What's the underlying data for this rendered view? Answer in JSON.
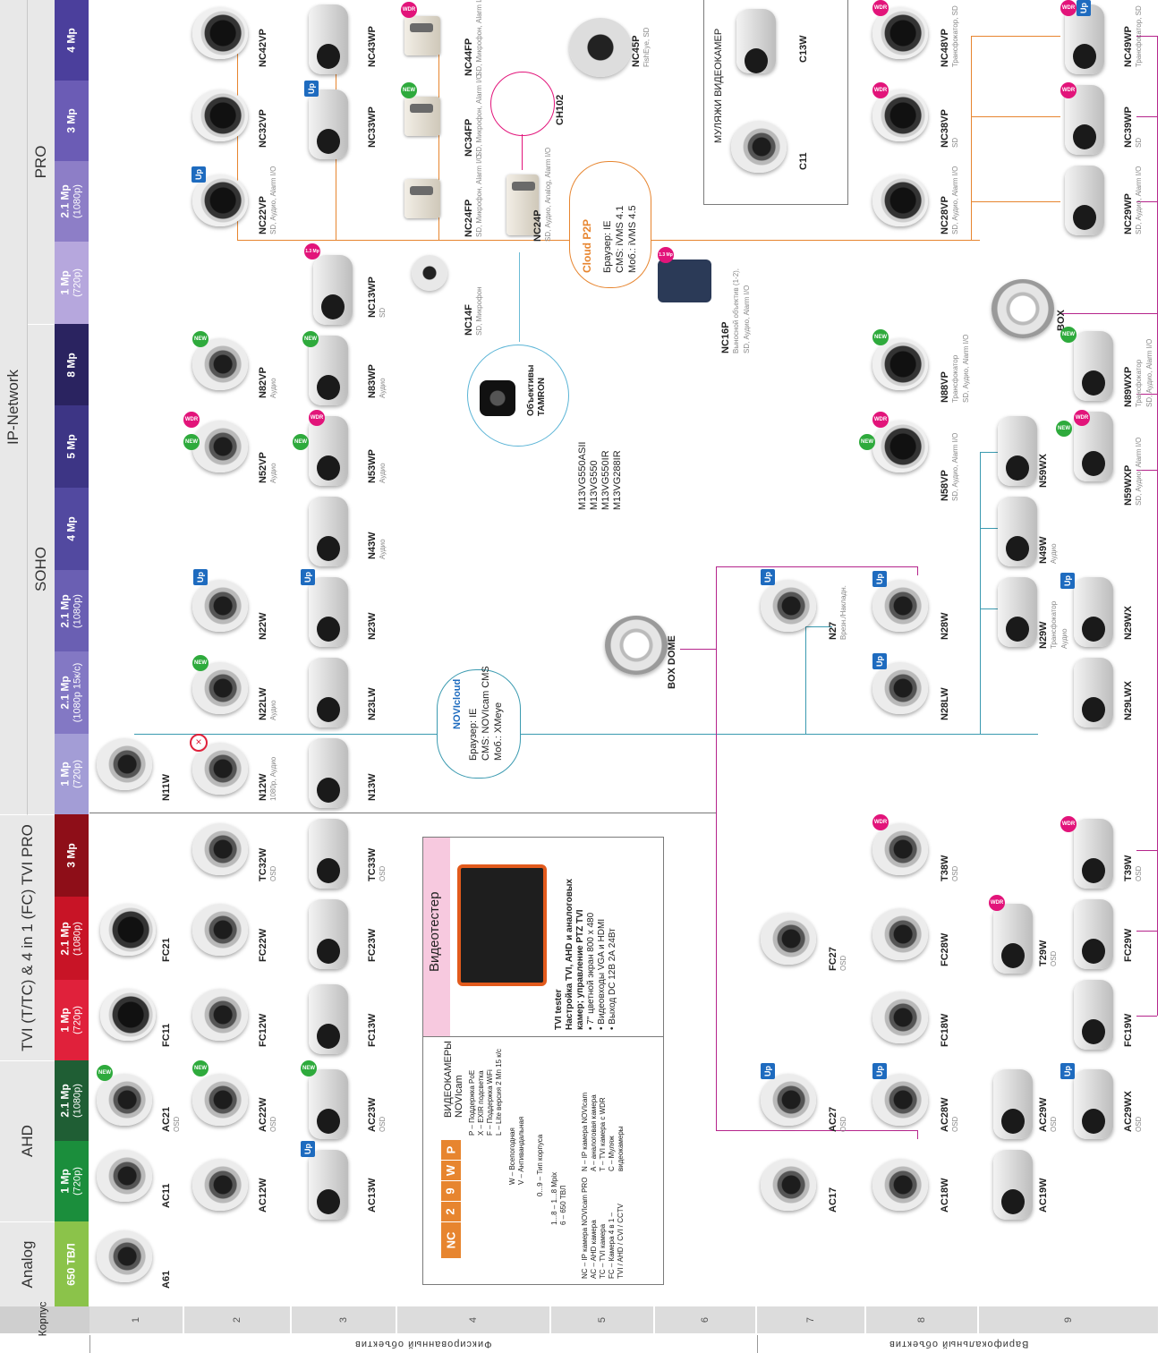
{
  "header": {
    "corpus": "Корпус",
    "rows": [
      "1",
      "2",
      "3",
      "4",
      "5",
      "6",
      "7",
      "8",
      "9"
    ],
    "fixed_lens": "Фиксированный объектив",
    "vari_lens": "Варифокальный объектив"
  },
  "categories": {
    "analog": "Analog",
    "ahd": "AHD",
    "tvi": "TVI (T/TC) & 4 in 1 (FC) TVI PRO",
    "soho": "SOHO",
    "pro": "PRO",
    "ipnetwork": "IP-Network"
  },
  "resolutions": [
    {
      "main": "650 ТВЛ",
      "sub": ""
    },
    {
      "main": "1 Mp",
      "sub": "(720p)"
    },
    {
      "main": "2.1 Mp",
      "sub": "(1080p)"
    },
    {
      "main": "1 Mp",
      "sub": "(720p)"
    },
    {
      "main": "2.1 Mp",
      "sub": "(1080p)"
    },
    {
      "main": "3 Mp",
      "sub": ""
    },
    {
      "main": "1 Mp",
      "sub": "(720p)"
    },
    {
      "main": "2.1 Mp",
      "sub": "(1080p 15к/с)"
    },
    {
      "main": "2.1 Mp",
      "sub": "(1080p)"
    },
    {
      "main": "4 Mp",
      "sub": ""
    },
    {
      "main": "5 Mp",
      "sub": ""
    },
    {
      "main": "8 Mp",
      "sub": ""
    },
    {
      "main": "1 Mp",
      "sub": "(720p)"
    },
    {
      "main": "2.1 Mp",
      "sub": "(1080p)"
    },
    {
      "main": "3 Mp",
      "sub": ""
    },
    {
      "main": "4 Mp",
      "sub": ""
    }
  ],
  "colors": {
    "analog": "#8bc34a",
    "ahd1": "#1b8e3c",
    "ahd2": "#1f5e34",
    "tvi1": "#e0213b",
    "tvi2": "#c81426",
    "tvi3": "#8e0e18",
    "soho1": "#a39dd6",
    "soho2": "#8378c4",
    "soho3": "#6a5fb3",
    "soho4": "#5249a0",
    "soho5": "#3d3585",
    "soho6": "#2a2360",
    "pro1": "#b6a7dd",
    "pro2": "#8d7ec7",
    "pro3": "#6b5cb5",
    "pro4": "#4b3f9c"
  },
  "products": {
    "A61": "A61",
    "AC11": "AC11",
    "AC21": "AC21",
    "AC21s": "OSD",
    "AC12W": "AC12W",
    "AC22W": "AC22W",
    "AC22Ws": "OSD",
    "AC13W": "AC13W",
    "AC23W": "AC23W",
    "AC23Ws": "OSD",
    "FC11": "FC11",
    "FC21": "FC21",
    "FC12W": "FC12W",
    "FC22W": "FC22W",
    "TC32W": "TC32W",
    "TC32Ws": "OSD",
    "FC13W": "FC13W",
    "FC23W": "FC23W",
    "TC33W": "TC33W",
    "TC33Ws": "OSD",
    "N11W": "N11W",
    "N12W": "N12W",
    "N12Ws": "1080p, Аудио",
    "N13W": "N13W",
    "N22LW": "N22LW",
    "N22LWs": "Аудио",
    "N22W": "N22W",
    "N23LW": "N23LW",
    "N23W": "N23W",
    "N43W": "N43W",
    "N43Ws": "Аудио",
    "N52VP": "N52VP",
    "N52VPs": "Аудио",
    "N82VP": "N82VP",
    "N82VPs": "Аудио",
    "N53WP": "N53WP",
    "N53WPs": "Аудио",
    "N83WP": "N83WP",
    "N83WPs": "Аудио",
    "NC13WP": "NC13WP",
    "NC13WPs": "SD",
    "NC22VP": "NC22VP",
    "NC22VPs": "SD, Аудио, Alarm I/O",
    "NC32VP": "NC32VP",
    "NC42VP": "NC42VP",
    "NC33WP": "NC33WP",
    "NC43WP": "NC43WP",
    "NC14F": "NC14F",
    "NC14Fs": "SD, Микрофон",
    "NC24FP": "NC24FP",
    "NC24FPs": "SD, Микрофон, Alarm I/O",
    "NC34FP": "NC34FP",
    "NC34FPs": "SD, Микрофон, Alarm I/O",
    "NC44FP": "NC44FP",
    "NC44FPs": "SD, Микрофон, Alarm I/O",
    "CH102": "CH102",
    "NC24P": "NC24P",
    "NC24Ps": "SD, Аудио, Analog, Alarm I/O",
    "NC45P": "NC45P",
    "NC45Ps": "FishEye, SD",
    "NC16P": "NC16P",
    "NC16Ps1": "Выносной объектив (1-2),",
    "NC16Ps2": "SD, Аудио, Alarm I/O",
    "C11": "C11",
    "C13W": "C13W",
    "NC28VP": "NC28VP",
    "NC28VPs": "SD, Аудио, Alarm I/O",
    "NC38VP": "NC38VP",
    "NC38VPs": "SD",
    "NC48VP": "NC48VP",
    "NC48VPs": "Трансфокатор, SD",
    "NC29WP": "NC29WP",
    "NC29WPs": "SD, Аудио, Alarm I/O",
    "NC39WP": "NC39WP",
    "NC39WPs": "SD",
    "NC49WP": "NC49WP",
    "NC49WPs": "Трансфокатор, SD",
    "BOX": "BOX",
    "BOXDOME": "BOX DOME",
    "N58VP": "N58VP",
    "N58VPs": "SD, Аудио, Alarm I/O",
    "N88VP": "N88VP",
    "N88VPs1": "Трансфокатор",
    "N88VPs2": "SD, Аудио, Alarm I/O",
    "N59WX": "N59WX",
    "N59WXP": "N59WXP",
    "N59WXPs": "SD, Аудио, Alarm I/O",
    "N89WXP": "N89WXP",
    "N89WXPs1": "Трансфокатор",
    "N89WXPs2": "SD, Аудио, Alarm I/O",
    "N49W": "N49W",
    "N49Ws": "Аудио",
    "N29W": "N29W",
    "N29Ws1": "Трансфокатор",
    "N29Ws2": "Аудио",
    "N29WX": "N29WX",
    "N29LWX": "N29LWX",
    "N27": "N27",
    "N27s": "Врезн./Накладн.",
    "N28W": "N28W",
    "N28LW": "N28LW",
    "FC27": "FC27",
    "FC27s": "OSD",
    "FC18W": "FC18W",
    "FC28W": "FC28W",
    "T38W": "T38W",
    "T38Ws": "OSD",
    "T29W": "T29W",
    "T29Ws": "OSD",
    "FC19W": "FC19W",
    "FC29W": "FC29W",
    "T39W": "T39W",
    "T39Ws": "OSD",
    "AC17": "AC17",
    "AC27": "AC27",
    "AC27s": "OSD",
    "AC18W": "AC18W",
    "AC28W": "AC28W",
    "AC28Ws": "OSD",
    "AC19W": "AC19W",
    "AC29W": "AC29W",
    "AC29Ws": "OSD",
    "AC29WX": "AC29WX",
    "AC29WXs": "OSD"
  },
  "badges": {
    "new": "NEW",
    "wdr": "WDR",
    "up": "Up",
    "mp13": "1.3 Mp"
  },
  "lenses": {
    "title1": "Объективы",
    "title2": "TAMRON",
    "models": [
      "M13VG550ASII",
      "M13VG550",
      "M13VG550IR",
      "M13VG288IR"
    ]
  },
  "p2p": {
    "brand": "Cloud P2P",
    "l1": "Браузер: IE",
    "l2": "CMS: iVMS 4.1",
    "l3": "Моб.: iVMS 4.5"
  },
  "novicloud": {
    "brand": "NOVIcloud",
    "l1": "Браузер: IE",
    "l2": "CMS: NOVIcam CMS",
    "l3": "Моб.: XMeye"
  },
  "dummy": {
    "title": "МУЛЯЖИ ВИДЕОКАМЕР"
  },
  "tester": {
    "title": "Видеотестер",
    "name": "TVI tester",
    "desc1": "Настройка TVI, AHD и аналоговых",
    "desc2": "камер; управление PTZ TVI",
    "bullets": [
      "7\" цветной экран 800 х 480",
      "Видеовходы VGA и HDMI",
      "Выход DC 12В 2А 24Вт"
    ]
  },
  "legend": {
    "title1": "ВИДЕОКАМЕРЫ",
    "title2": "NOVIcam",
    "code": [
      "NC",
      "2",
      "9",
      "W",
      "P"
    ],
    "p": [
      "P – Поддержка PoE",
      "X – EXIR подсветка",
      "F – Поддержка WiFi",
      "L – Lite версия 2 Мп 15 к/с"
    ],
    "w": [
      "W – Всепогодная",
      "V – Антивандальная"
    ],
    "t": "0...9 – Тип корпуса",
    "m": [
      "1...8 – 1...8 Mpix",
      "6 – 650 ТВЛ"
    ],
    "n": [
      "NC – IP камера NOVIcam PRO",
      "AC – AHD камера",
      "TC – TVI камера",
      "FC – Камера 4 в 1 –",
      "TVI / AHD / CVI / CCTV"
    ],
    "n2": [
      "N – IP камера NOVIcam",
      "A – аналоговая камера",
      "T – TVI камера с WDR",
      "C – Муляж",
      "видеокамеры"
    ]
  }
}
